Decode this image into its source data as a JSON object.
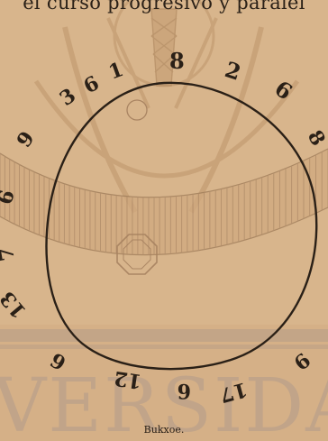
{
  "header": {
    "top_text": "el curso progresivo y paralel"
  },
  "watermark": {
    "text": "VERSIDAD"
  },
  "figure": {
    "caption": "Bukxoe.",
    "dial_numbers": [
      "1",
      "8",
      "2",
      "6",
      "3",
      "6",
      "9",
      "8",
      "6",
      "7",
      "13",
      "6",
      "12",
      "6",
      "17",
      "9"
    ],
    "ink_color": "#2a2017",
    "paper_color": "#d8b58c"
  }
}
